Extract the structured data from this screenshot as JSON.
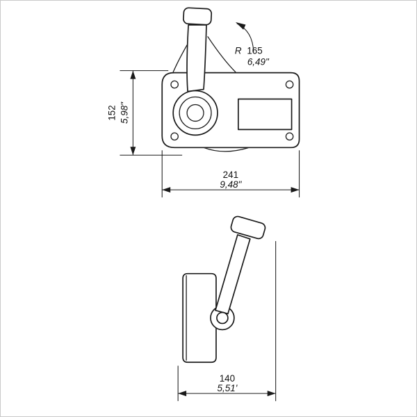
{
  "window": {
    "background": "#ffffff",
    "border_color": "#c9c9c9"
  },
  "drawing": {
    "kind": "technical-two-view-dimension-drawing",
    "subject": "single-lever engine remote control",
    "line_color": "#1a1a1a",
    "top_view": {
      "lever_radius": {
        "prefix": "R",
        "mm": "165",
        "inches": "6,49\""
      },
      "height": {
        "mm": "152",
        "inches": "5,98\""
      },
      "width": {
        "mm": "241",
        "inches": "9,48\""
      }
    },
    "side_view": {
      "depth": {
        "mm": "140",
        "inches": "5,51'"
      }
    }
  }
}
